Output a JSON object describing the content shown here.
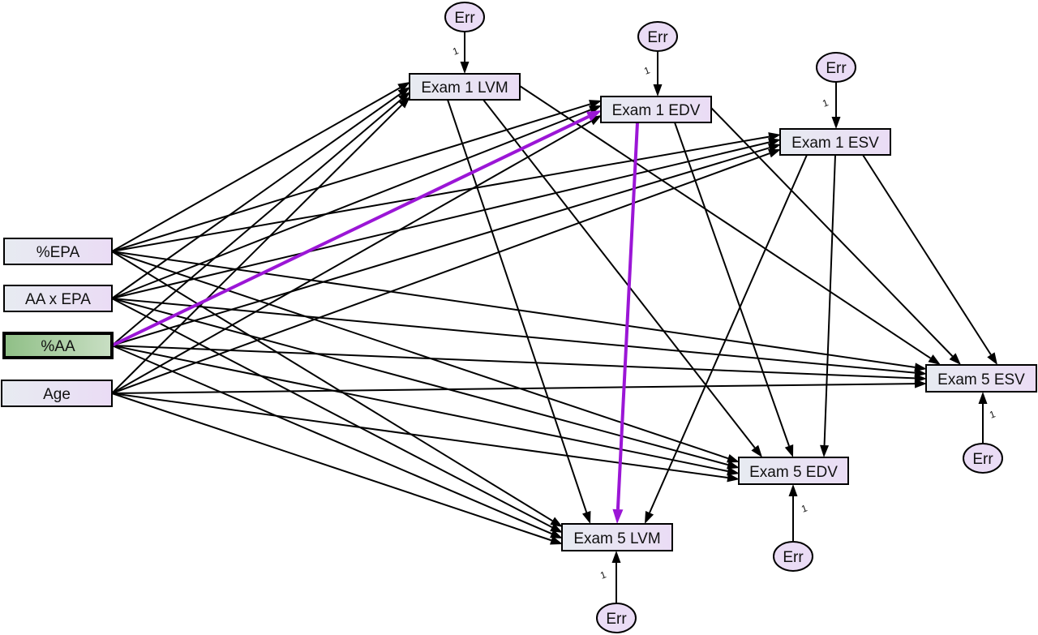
{
  "colors": {
    "edge": "#000000",
    "highlight_edge": "#9b16d6",
    "node_fill_left": "#e7ebf1",
    "node_fill_right": "#eadcf5",
    "highlight_node_fill": "#c9dfc4",
    "err_fill": "#eadcf5"
  },
  "nodes": {
    "epa": {
      "label": "%EPA"
    },
    "aa_x_epa": {
      "label": "AA x EPA"
    },
    "aa": {
      "label": "%AA",
      "highlighted": true
    },
    "age": {
      "label": "Age"
    },
    "exam1_lvm": {
      "label": "Exam 1 LVM"
    },
    "exam1_edv": {
      "label": "Exam 1 EDV"
    },
    "exam1_esv": {
      "label": "Exam 1 ESV"
    },
    "exam5_esv": {
      "label": "Exam 5 ESV"
    },
    "exam5_edv": {
      "label": "Exam 5 EDV"
    },
    "exam5_lvm": {
      "label": "Exam 5 LVM"
    }
  },
  "errors": [
    {
      "id": "err_exam1_lvm",
      "label": "Err",
      "target": "exam1_lvm",
      "path_label": "1"
    },
    {
      "id": "err_exam1_edv",
      "label": "Err",
      "target": "exam1_edv",
      "path_label": "1"
    },
    {
      "id": "err_exam1_esv",
      "label": "Err",
      "target": "exam1_esv",
      "path_label": "1"
    },
    {
      "id": "err_exam5_esv",
      "label": "Err",
      "target": "exam5_esv",
      "path_label": "1"
    },
    {
      "id": "err_exam5_edv",
      "label": "Err",
      "target": "exam5_edv",
      "path_label": "1"
    },
    {
      "id": "err_exam5_lvm",
      "label": "Err",
      "target": "exam5_lvm",
      "path_label": "1"
    }
  ],
  "paths": [
    {
      "from": "epa",
      "to": "exam1_lvm"
    },
    {
      "from": "epa",
      "to": "exam1_edv"
    },
    {
      "from": "epa",
      "to": "exam1_esv"
    },
    {
      "from": "epa",
      "to": "exam5_esv"
    },
    {
      "from": "epa",
      "to": "exam5_edv"
    },
    {
      "from": "epa",
      "to": "exam5_lvm"
    },
    {
      "from": "aa_x_epa",
      "to": "exam1_lvm"
    },
    {
      "from": "aa_x_epa",
      "to": "exam1_edv"
    },
    {
      "from": "aa_x_epa",
      "to": "exam1_esv"
    },
    {
      "from": "aa_x_epa",
      "to": "exam5_esv"
    },
    {
      "from": "aa_x_epa",
      "to": "exam5_edv"
    },
    {
      "from": "aa_x_epa",
      "to": "exam5_lvm"
    },
    {
      "from": "aa",
      "to": "exam1_lvm"
    },
    {
      "from": "aa",
      "to": "exam1_edv",
      "highlighted": true
    },
    {
      "from": "aa",
      "to": "exam1_esv"
    },
    {
      "from": "aa",
      "to": "exam5_esv"
    },
    {
      "from": "aa",
      "to": "exam5_edv"
    },
    {
      "from": "aa",
      "to": "exam5_lvm"
    },
    {
      "from": "age",
      "to": "exam1_lvm"
    },
    {
      "from": "age",
      "to": "exam1_edv"
    },
    {
      "from": "age",
      "to": "exam1_esv"
    },
    {
      "from": "age",
      "to": "exam5_esv"
    },
    {
      "from": "age",
      "to": "exam5_edv"
    },
    {
      "from": "age",
      "to": "exam5_lvm"
    },
    {
      "from": "exam1_lvm",
      "to": "exam5_esv"
    },
    {
      "from": "exam1_lvm",
      "to": "exam5_edv"
    },
    {
      "from": "exam1_lvm",
      "to": "exam5_lvm"
    },
    {
      "from": "exam1_edv",
      "to": "exam5_esv"
    },
    {
      "from": "exam1_edv",
      "to": "exam5_edv"
    },
    {
      "from": "exam1_edv",
      "to": "exam5_lvm",
      "highlighted": true
    },
    {
      "from": "exam1_esv",
      "to": "exam5_esv"
    },
    {
      "from": "exam1_esv",
      "to": "exam5_edv"
    },
    {
      "from": "exam1_esv",
      "to": "exam5_lvm"
    }
  ]
}
